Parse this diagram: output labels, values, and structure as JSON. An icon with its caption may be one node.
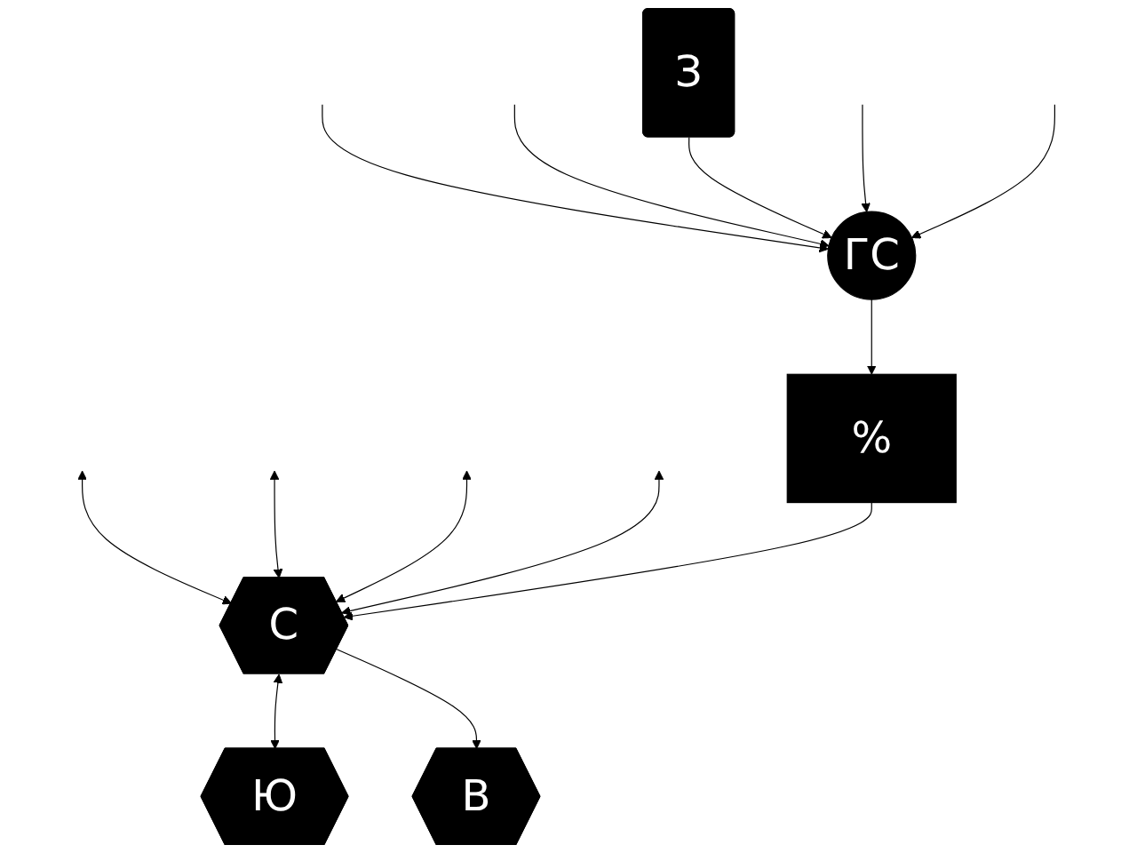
{
  "diagram": {
    "nodes": [
      {
        "text": [
          "С"
        ]
      },
      {
        "text": [
          "%"
        ]
      },
      {
        "text": [
          "ГС"
        ]
      },
      {
        "text": [
          "З"
        ]
      },
      {
        "text": [
          "В"
        ]
      },
      {
        "text": [
          "Ю"
        ]
      }
    ],
    "edges": [
      {
        "from": null,
        "to": 0,
        "arrow": "both"
      },
      {
        "from": null,
        "to": 0,
        "arrow": "both"
      },
      {
        "from": null,
        "to": 0,
        "arrow": "both"
      },
      {
        "from": null,
        "to": 0,
        "arrow": "both"
      },
      {
        "from": 0,
        "to": 5,
        "arrow": "both"
      },
      {
        "from": 0,
        "to": 4,
        "arrow": "to"
      },
      {
        "from": 1,
        "to": 0,
        "arrow": "to"
      },
      {
        "from": 2,
        "to": 1,
        "arrow": "to"
      },
      {
        "from": null,
        "to": 2,
        "arrow": "to"
      },
      {
        "from": null,
        "to": 2,
        "arrow": "to"
      },
      {
        "from": 3,
        "to": 2,
        "arrow": "to"
      },
      {
        "from": null,
        "to": 2,
        "arrow": "to"
      },
      {
        "from": null,
        "to": 2,
        "arrow": "to"
      }
    ]
  }
}
